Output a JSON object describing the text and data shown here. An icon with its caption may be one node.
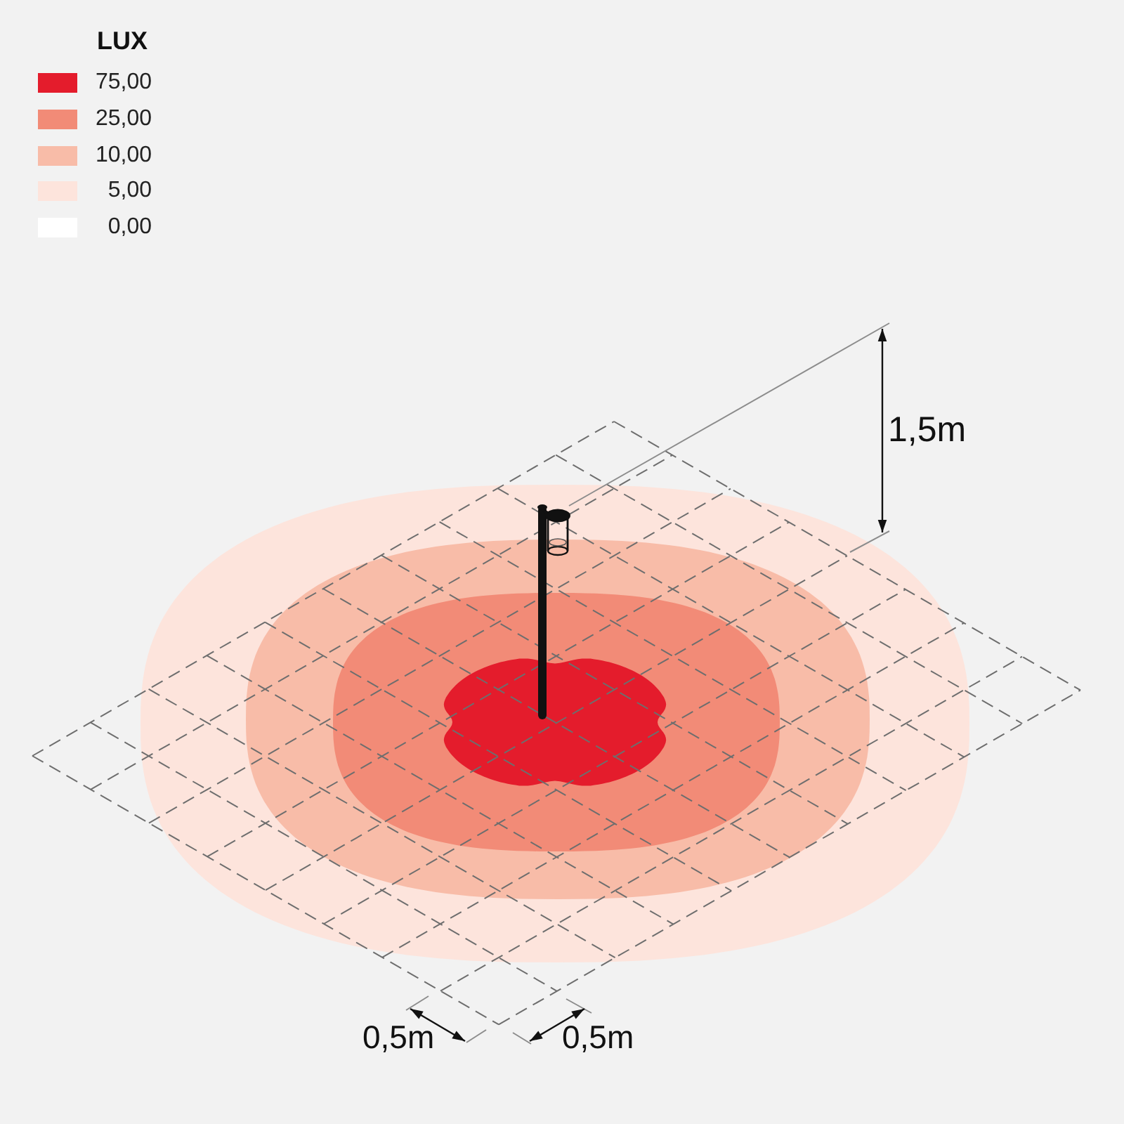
{
  "diagram": {
    "labels": [
      "LUX",
      "1,5m",
      "0,5m",
      "0,5m"
    ],
    "legend": [
      {
        "text": "75,00",
        "color": "#e41c2c"
      },
      {
        "text": "25,00",
        "color": "#f28b77"
      },
      {
        "text": "10,00",
        "color": "#f8bca8"
      },
      {
        "text": "5,00",
        "color": "#fde4dc"
      },
      {
        "text": "0,00",
        "color": "#ffffff"
      }
    ]
  }
}
